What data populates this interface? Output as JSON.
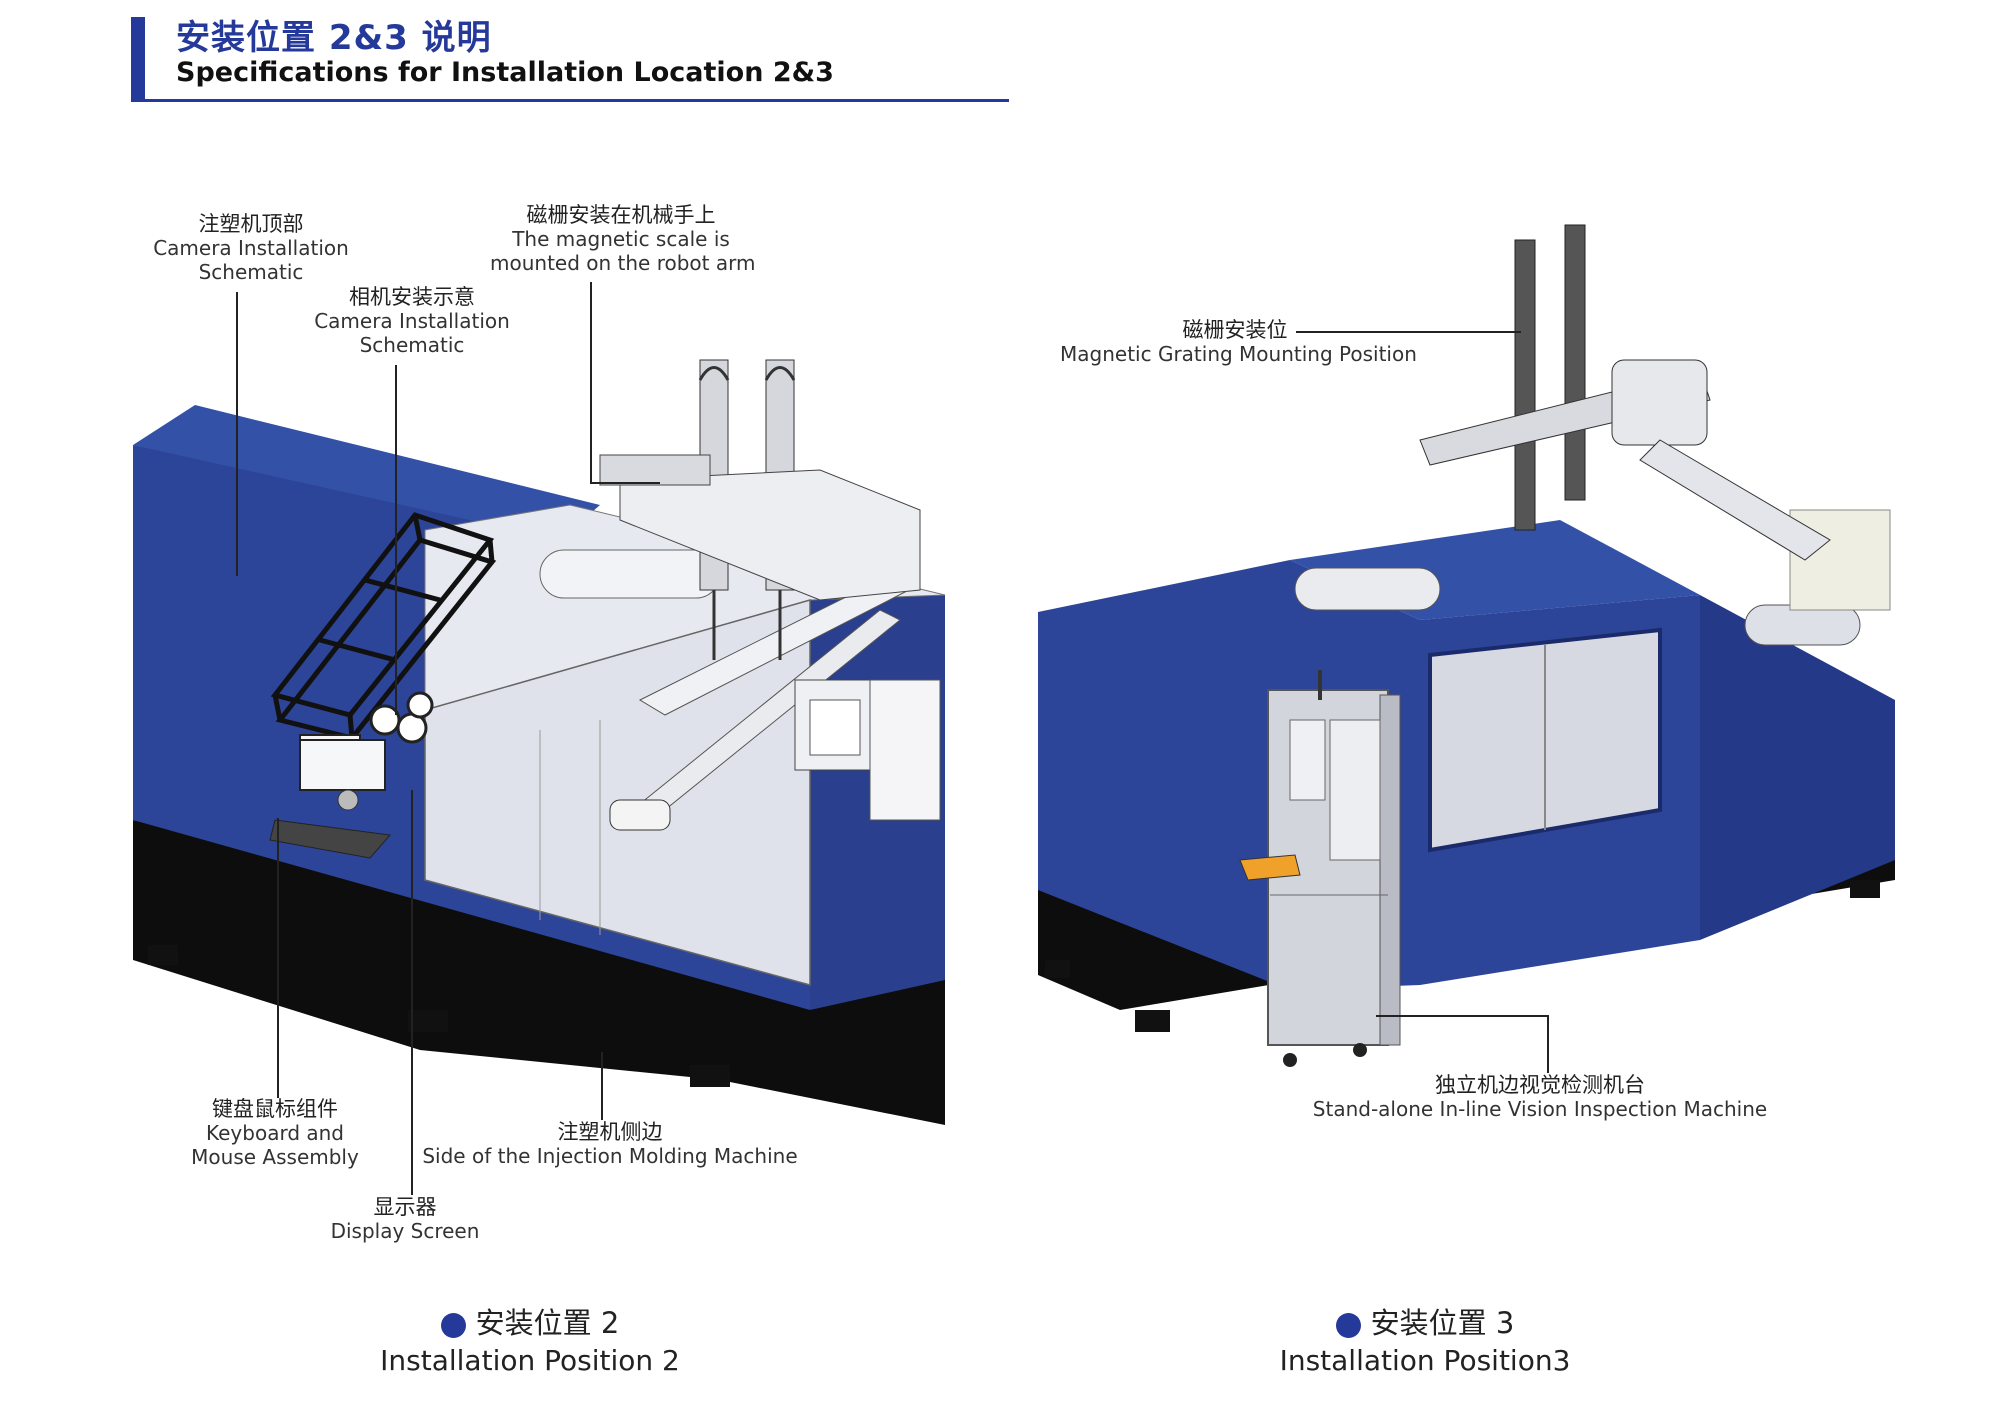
{
  "header": {
    "title_cn": "安装位置 2&3 说明",
    "title_en": "Specifications for Installation Location 2&3",
    "accent": "#25399a"
  },
  "left_panel": {
    "labels": [
      {
        "cn": "注塑机顶部",
        "en": [
          "Camera Installation",
          "Schematic"
        ]
      },
      {
        "cn": "相机安装示意",
        "en": [
          "Camera Installation",
          "Schematic"
        ]
      },
      {
        "cn": "磁栅安装在机械手上",
        "en": [
          "The magnetic scale is",
          "mounted on the robot arm"
        ]
      },
      {
        "cn": "键盘鼠标组件",
        "en": [
          "Keyboard and",
          "Mouse Assembly"
        ]
      },
      {
        "cn": "注塑机侧边",
        "en": [
          "Side of the Injection Molding Machine"
        ]
      },
      {
        "cn": "显示器",
        "en": [
          "Display Screen"
        ]
      }
    ],
    "caption_cn": "安装位置 2",
    "caption_en": "Installation Position 2"
  },
  "right_panel": {
    "labels": [
      {
        "cn": "磁栅安装位",
        "en": [
          "Magnetic Grating Mounting Position"
        ]
      },
      {
        "cn": "独立机边视觉检测机台",
        "en": [
          "Stand-alone In-line Vision Inspection Machine"
        ]
      }
    ],
    "caption_cn": "安装位置 3",
    "caption_en": "Installation Position3"
  },
  "colors": {
    "machine_blue": "#2d4598",
    "machine_black": "#0d0d0d",
    "machine_grey": "#d9dce3"
  }
}
